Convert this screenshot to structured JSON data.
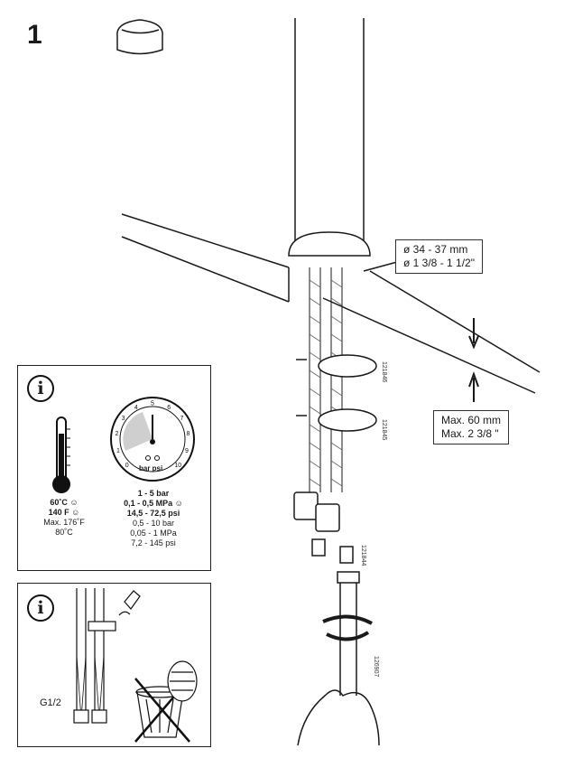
{
  "step": {
    "number": "1"
  },
  "labels": {
    "hole_diameter_mm": "ø 34 - 37 mm",
    "hole_diameter_in": "ø 1 3/8 - 1 1/2\"",
    "max_thickness_mm": "Max. 60 mm",
    "max_thickness_in": "Max. 2 3/8 \""
  },
  "part_codes": {
    "a": "121846",
    "b": "121845",
    "c": "121844",
    "d": "126907"
  },
  "info_panel_1": {
    "icon": "info-icon",
    "temp_line1": "60˚C ☺",
    "temp_line2": "140 F ☺",
    "temp_line3": "Max. 176˚F",
    "temp_line4": "80˚C",
    "gauge_ticks": [
      "0",
      "1",
      "2",
      "3",
      "4",
      "5",
      "6",
      "7",
      "8",
      "9",
      "10"
    ],
    "gauge_units": "bar psi",
    "pressure_line1": "1 - 5 bar",
    "pressure_line2": "0,1 - 0,5 MPa ☺",
    "pressure_line3": "14,5 - 72,5 psi",
    "pressure_line4": "0,5 - 10 bar",
    "pressure_line5": "0,05 - 1 MPa",
    "pressure_line6": "7,2 - 145 psi"
  },
  "info_panel_2": {
    "icon": "info-icon",
    "thread_label": "G1/2"
  }
}
